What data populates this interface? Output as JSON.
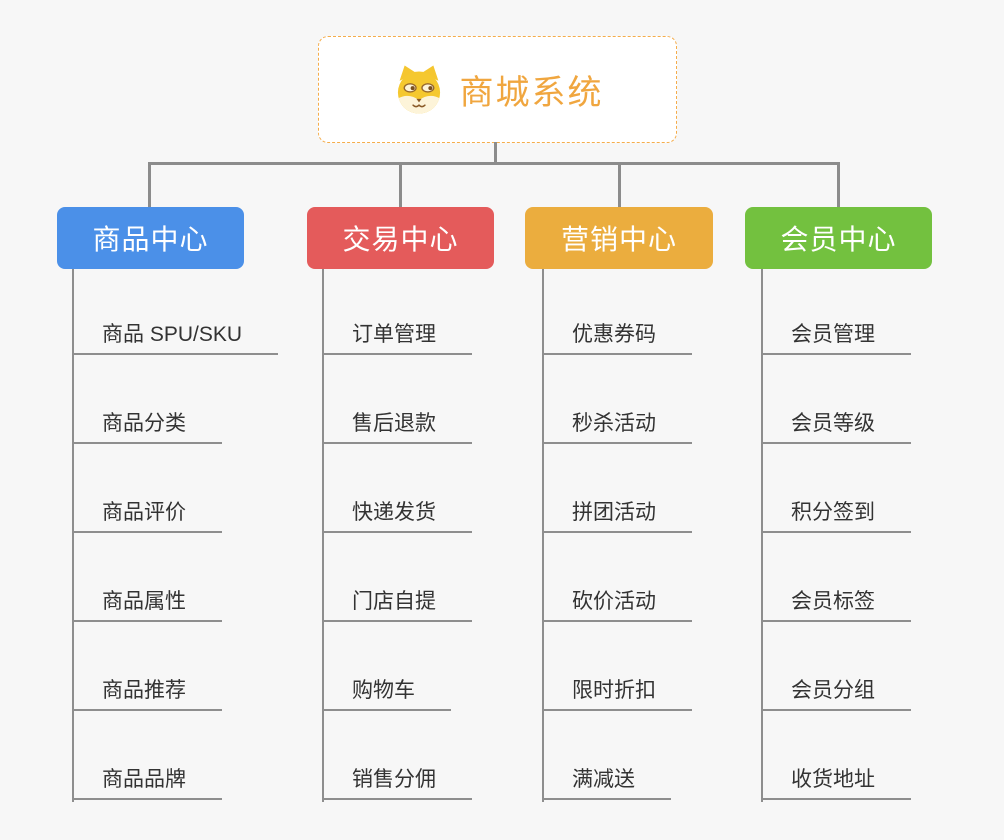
{
  "root": {
    "label": "商城系统",
    "icon": "dog-face-icon",
    "text_color": "#F0A63F",
    "border_color": "#F5AD4B"
  },
  "connector_color": "#8C8C8C",
  "background_color": "#f7f7f7",
  "branches": [
    {
      "label": "商品中心",
      "color": "#4B90E8",
      "items": [
        "商品 SPU/SKU",
        "商品分类",
        "商品评价",
        "商品属性",
        "商品推荐",
        "商品品牌"
      ]
    },
    {
      "label": "交易中心",
      "color": "#E45B5B",
      "items": [
        "订单管理",
        "售后退款",
        "快递发货",
        "门店自提",
        "购物车",
        "销售分佣"
      ]
    },
    {
      "label": "营销中心",
      "color": "#EBAD3E",
      "items": [
        "优惠券码",
        "秒杀活动",
        "拼团活动",
        "砍价活动",
        "限时折扣",
        "满减送"
      ]
    },
    {
      "label": "会员中心",
      "color": "#73C13F",
      "items": [
        "会员管理",
        "会员等级",
        "积分签到",
        "会员标签",
        "会员分组",
        "收货地址"
      ]
    }
  ]
}
